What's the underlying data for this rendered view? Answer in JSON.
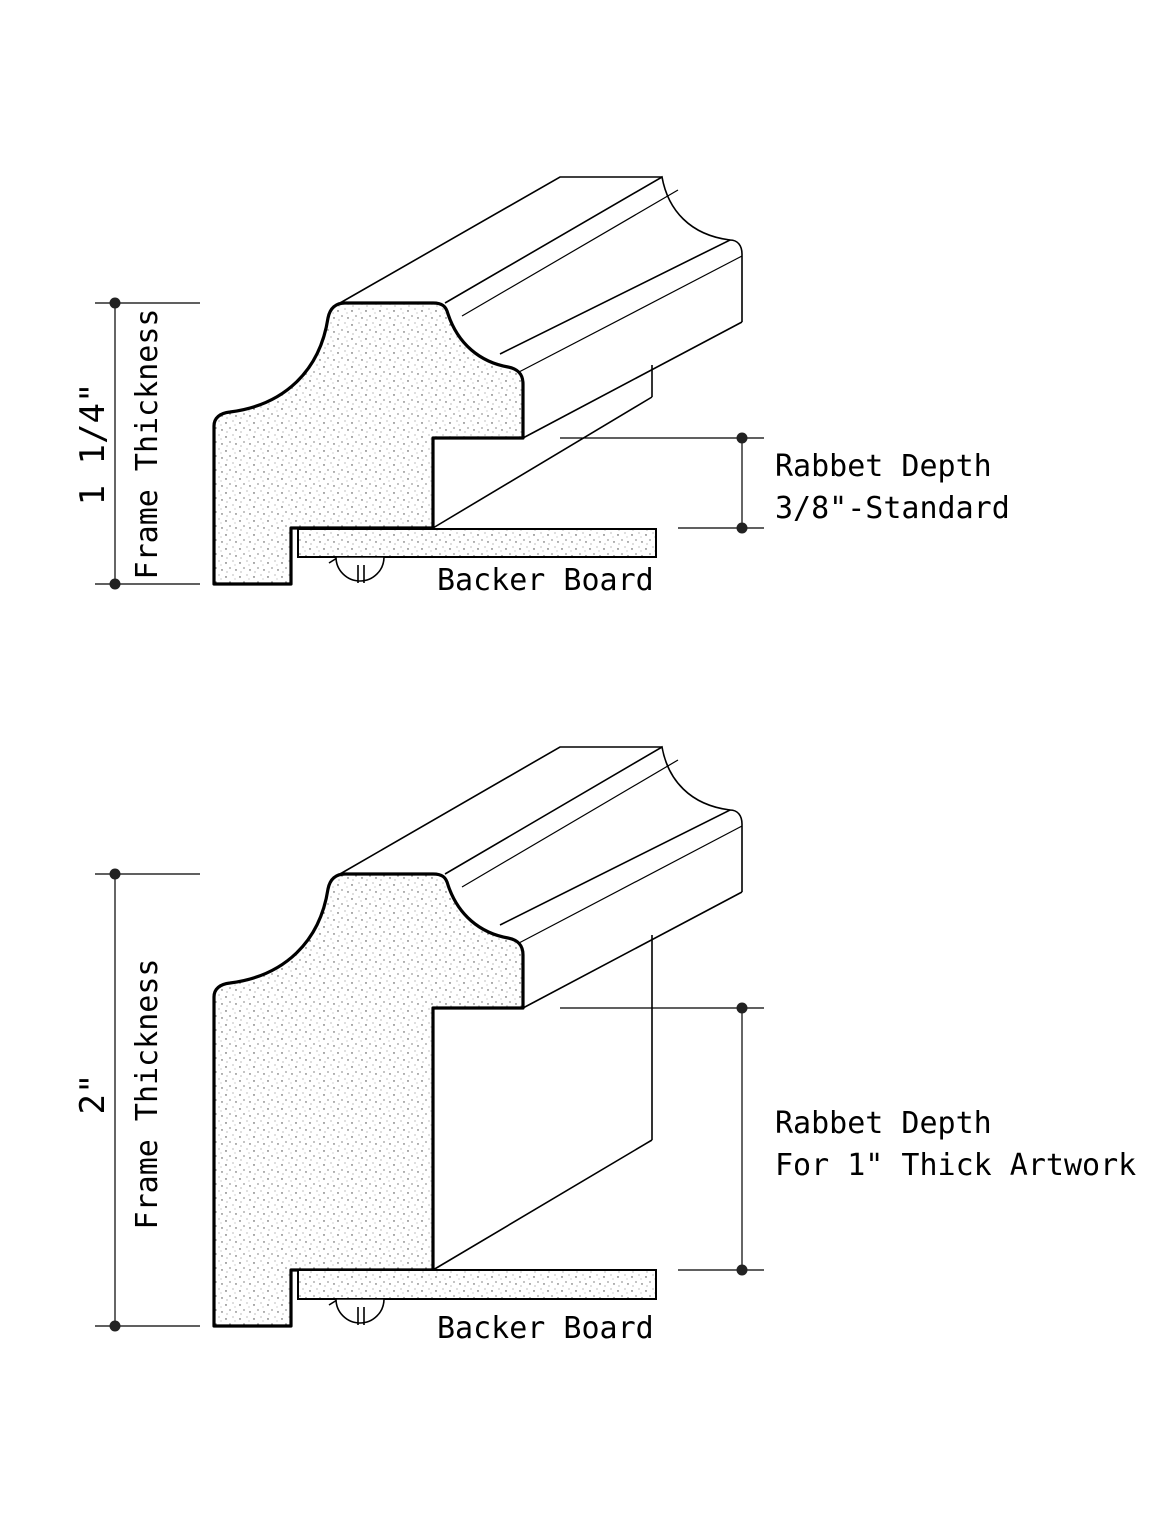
{
  "diagrams": [
    {
      "frame_thickness_value": "1 1/4\"",
      "frame_thickness_label": "Frame Thickness",
      "rabbet_depth_label": "Rabbet Depth",
      "rabbet_depth_note": "3/8\"-Standard",
      "backer_board_label": "Backer Board"
    },
    {
      "frame_thickness_value": "2\"",
      "frame_thickness_label": "Frame Thickness",
      "rabbet_depth_label": "Rabbet Depth",
      "rabbet_depth_note": "For 1\" Thick Artwork",
      "backer_board_label": "Backer Board"
    }
  ]
}
